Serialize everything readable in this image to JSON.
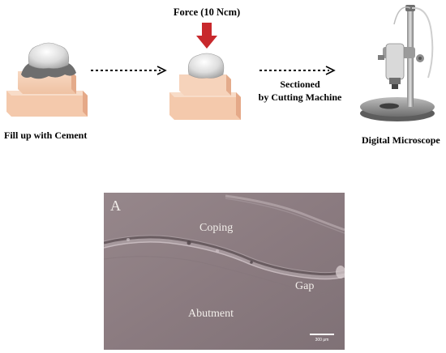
{
  "steps": {
    "step1": "Fill up with Cement",
    "force": "Force (10 Ncm)",
    "sectioned": "Sectioned",
    "cutting": "by Cutting Machine",
    "step3": "Digital Microscope"
  },
  "micrograph": {
    "panel_letter": "A",
    "coping": "Coping",
    "gap": "Gap",
    "abutment": "Abutment",
    "scale_bar": "300 μm"
  }
}
